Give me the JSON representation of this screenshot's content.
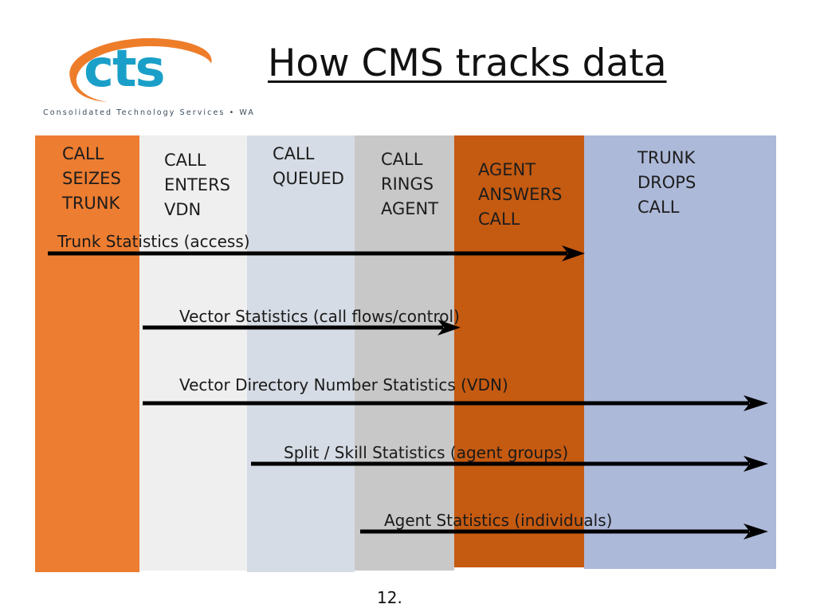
{
  "slide": {
    "title": "How CMS tracks data",
    "page_number": "12."
  },
  "logo": {
    "mark": "cts",
    "subtitle": "Consolidated Technology Services • WA"
  },
  "columns": [
    {
      "label": "CALL\nSEIZES\nTRUNK",
      "color": "#ed7d31"
    },
    {
      "label": "CALL\nENTERS\nVDN",
      "color": "#efefef"
    },
    {
      "label": "CALL\nQUEUED",
      "color": "#d6dce5"
    },
    {
      "label": "CALL\nRINGS\nAGENT",
      "color": "#c8c8c8"
    },
    {
      "label": "AGENT\nANSWERS\nCALL",
      "color": "#c55a11"
    },
    {
      "label": "TRUNK\nDROPS\nCALL",
      "color": "#adb9d9"
    }
  ],
  "statistics": [
    {
      "label": "Trunk Statistics  (access)",
      "from_stage": "CALL SEIZES TRUNK",
      "to_stage": "TRUNK DROPS CALL"
    },
    {
      "label": "Vector Statistics  (call flows/control)",
      "from_stage": "CALL ENTERS VDN",
      "to_stage": "AGENT ANSWERS CALL"
    },
    {
      "label": "Vector Directory Number Statistics  (VDN)",
      "from_stage": "CALL ENTERS VDN",
      "to_stage": "end"
    },
    {
      "label": "Split / Skill Statistics  (agent groups)",
      "from_stage": "CALL QUEUED",
      "to_stage": "end"
    },
    {
      "label": "Agent Statistics  (individuals)",
      "from_stage": "CALL RINGS AGENT",
      "to_stage": "end"
    }
  ]
}
